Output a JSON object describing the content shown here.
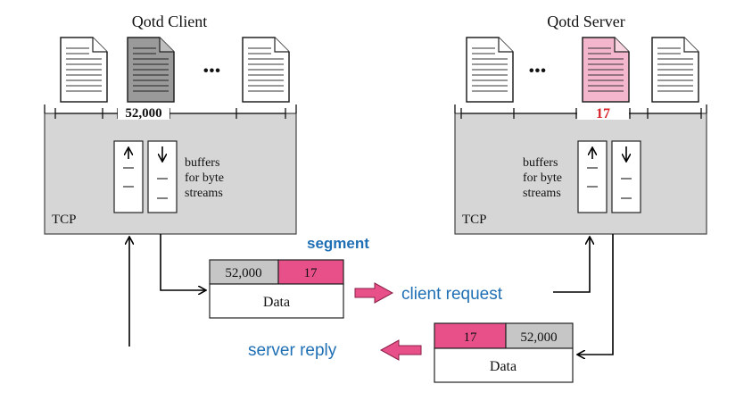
{
  "client": {
    "title": "Qotd Client",
    "port": "52,000",
    "tcp_label": "TCP",
    "buffer_label": [
      "buffers",
      "for byte",
      "streams"
    ]
  },
  "server": {
    "title": "Qotd Server",
    "port": "17",
    "tcp_label": "TCP",
    "buffer_label": [
      "buffers",
      "for byte",
      "streams"
    ]
  },
  "ellipsis": "•••",
  "segment_label": "segment",
  "request_segment": {
    "src_port": "52,000",
    "dst_port": "17",
    "data": "Data"
  },
  "reply_segment": {
    "src_port": "17",
    "dst_port": "52,000",
    "data": "Data"
  },
  "request_label": "client request",
  "reply_label": "server reply",
  "colors": {
    "pink": "#e8508a",
    "light_pink": "#f3b6cc",
    "gray_box": "#d6d6d6",
    "header_gray": "#c6c6c6",
    "label_blue": "#1f6fb5",
    "port_red": "#d8202a"
  }
}
